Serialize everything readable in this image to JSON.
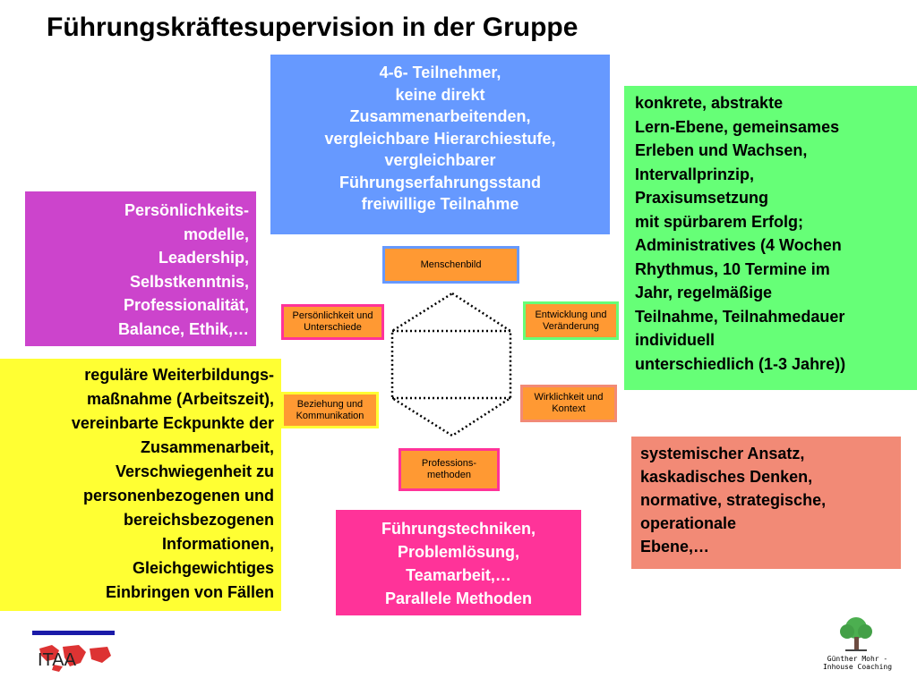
{
  "title": "Führungskräftesupervision in der Gruppe",
  "boxes": {
    "participants": "4-6- Teilnehmer,\nkeine direkt\nZusammenarbeitenden,\nvergleichbare Hierarchiestufe,\nvergleichbarer\nFührungserfahrungsstand\nfreiwillige Teilnahme",
    "personality": "Persönlichkeits-\nmodelle,\nLeadership,\nSelbstkenntnis,\nProfessionalität,\nBalance, Ethik,…",
    "regular": "reguläre Weiterbildungs-\nmaßnahme (Arbeitszeit),\nvereinbarte Eckpunkte der\nZusammenarbeit,\nVerschwiegenheit zu\npersonenbezogenen und\nbereichsbezogenen\nInformationen,\nGleichgewichtiges\nEinbringen von Fällen",
    "concrete": "konkrete, abstrakte\nLern-Ebene, gemeinsames\nErleben und Wachsen,\nIntervallprinzip,\nPraxisumsetzung\nmit spürbarem Erfolg;\nAdministratives  (4 Wochen\nRhythmus, 10 Termine im\nJahr, regelmäßige\nTeilnahme,  Teilnahmedauer\nindividuell\nunterschiedlich (1-3 Jahre))",
    "systemic": "systemischer Ansatz,\nkaskadisches Denken,\nnormative, strategische,\noperationale\nEbene,…",
    "techniques": "Führungstechniken,\nProblemlösung,\nTeamarbeit,…\nParallele Methoden"
  },
  "diagram": {
    "menschenbild": "Menschenbild",
    "persoenlichkeit": "Persönlichkeit und\nUnterschiede",
    "entwicklung": "Entwicklung und\nVeränderung",
    "beziehung": "Beziehung und\nKommunikation",
    "wirklichkeit": "Wirklichkeit und\nKontext",
    "professions": "Professions-\nmethoden"
  },
  "logos": {
    "left_text": "ITAA",
    "right_caption": "Günther Mohr -\nInhouse Coaching"
  },
  "colors": {
    "blue_box": "#6699ff",
    "magenta_box": "#cc44cc",
    "yellow_box": "#ffff33",
    "green_box": "#66ff77",
    "salmon_box": "#f28a76",
    "pink_box": "#ff3399",
    "orange_small": "#ff9933"
  }
}
